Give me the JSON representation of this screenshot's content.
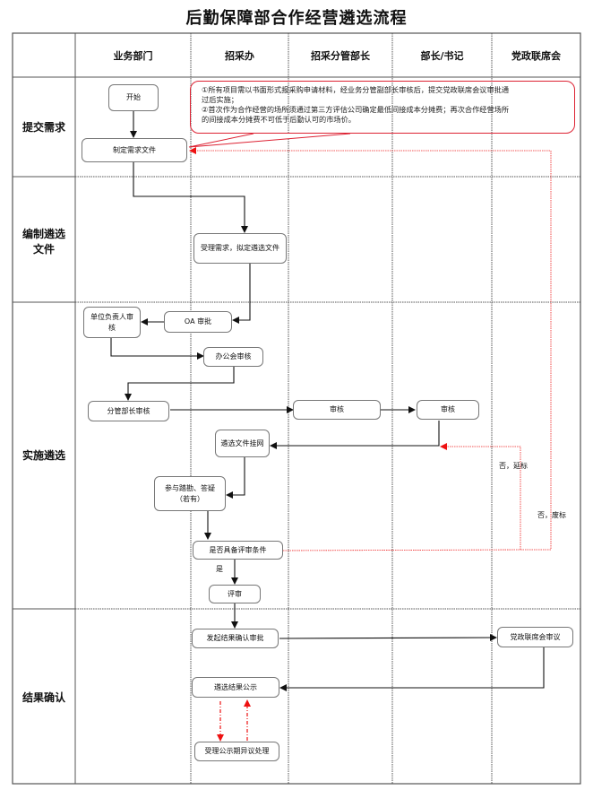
{
  "title": "后勤保障部合作经营遴选流程",
  "headers": [
    "",
    "业务部门",
    "招采办",
    "招采分管部长",
    "部长/书记",
    "党政联席会"
  ],
  "lanes": {
    "submit": "提交需求",
    "compile_1": "编制遴选",
    "compile_2": "文件",
    "implement": "实施遴选",
    "confirm": "结果确认"
  },
  "note": {
    "line1": "①所有项目需以书面形式报采购申请材料，经业务分管副部长审核后，提交党政联席会议审批通",
    "line2": "过后实施；",
    "line3": "②首次作为合作经营的场所须通过第三方评估公司确定最低间接成本分摊费；再次合作经营场所",
    "line4": "的间接成本分摊费不可低于后勤认可的市场价。"
  },
  "nodes": {
    "start": "开始",
    "draft_requirements": "制定需求文件",
    "accept_requirements": "受理需求，拟定遴选文件",
    "oa_approval": "OA 审批",
    "unit_head_review": "单位负责人审核",
    "office_meeting_review": "办公会审核",
    "deputy_head_review": "分管部长审核",
    "procurement_deputy_review": "审核",
    "director_review": "审核",
    "publish_documents": "遴选文件挂网",
    "site_visit": "参与踏勘、答疑（若有）",
    "eligibility_check": "是否具备评审条件",
    "evaluation": "评审",
    "result_confirmation": "发起结果确认审批",
    "joint_meeting_review": "党政联席会审议",
    "result_announcement": "遴选结果公示",
    "objection_handling": "受理公示期异议处理"
  },
  "edge_labels": {
    "yes": "是",
    "no_delay": "否，延标",
    "no_cancel": "否，废标"
  },
  "colors": {
    "line": "#222222",
    "grid": "#555555",
    "accent_red": "#dd2222"
  }
}
